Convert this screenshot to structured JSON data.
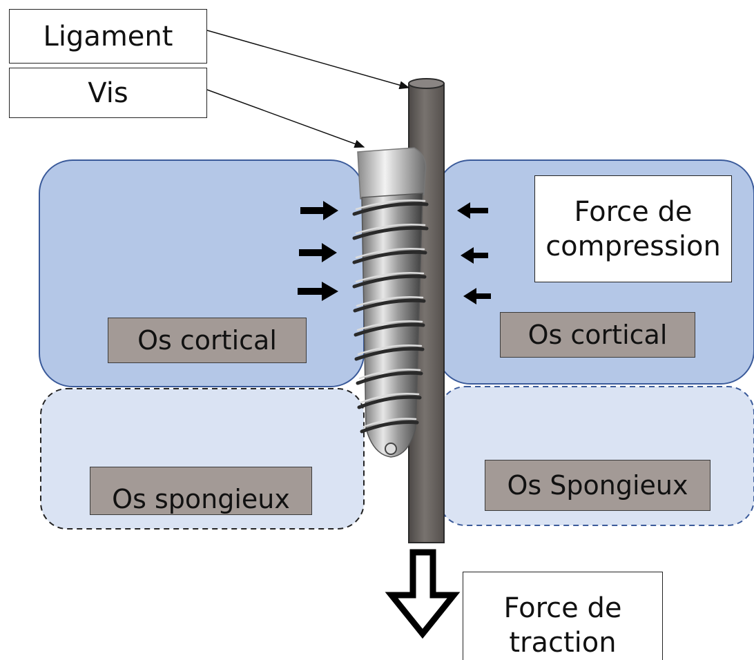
{
  "labels": {
    "ligament": "Ligament",
    "vis": "Vis",
    "compression_line1": "Force de",
    "compression_line2": "compression",
    "traction_line1": "Force de",
    "traction_line2": "traction"
  },
  "regions": {
    "cortical_left": "Os cortical",
    "cortical_right": "Os cortical",
    "spongy_left": "Os spongieux",
    "spongy_right": "Os Spongieux"
  },
  "colors": {
    "cortical_fill": "#b4c7e7",
    "cortical_border": "#3a5a9a",
    "spongy_fill": "#dae3f3",
    "tag_fill": "#a39a96",
    "ligament_fill": "#6e6a68"
  }
}
